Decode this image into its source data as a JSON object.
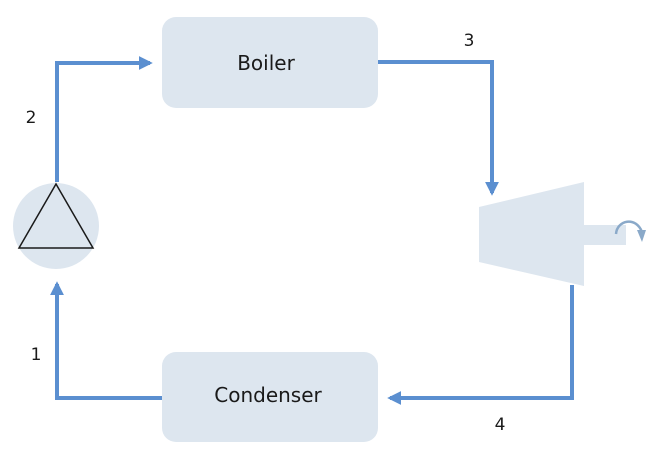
{
  "components": {
    "boiler": {
      "label": "Boiler"
    },
    "condenser": {
      "label": "Condenser"
    },
    "pump": {
      "icon": "pump-triangle-icon"
    },
    "turbine": {
      "icon": "turbine-icon"
    }
  },
  "states": {
    "s1": "1",
    "s2": "2",
    "s3": "3",
    "s4": "4"
  },
  "colors": {
    "component_fill": "#dde6ef",
    "flow_line": "#5b8fd0",
    "turbine_fill": "#dde6ef",
    "shaft_arrow": "#8aa9c9"
  }
}
